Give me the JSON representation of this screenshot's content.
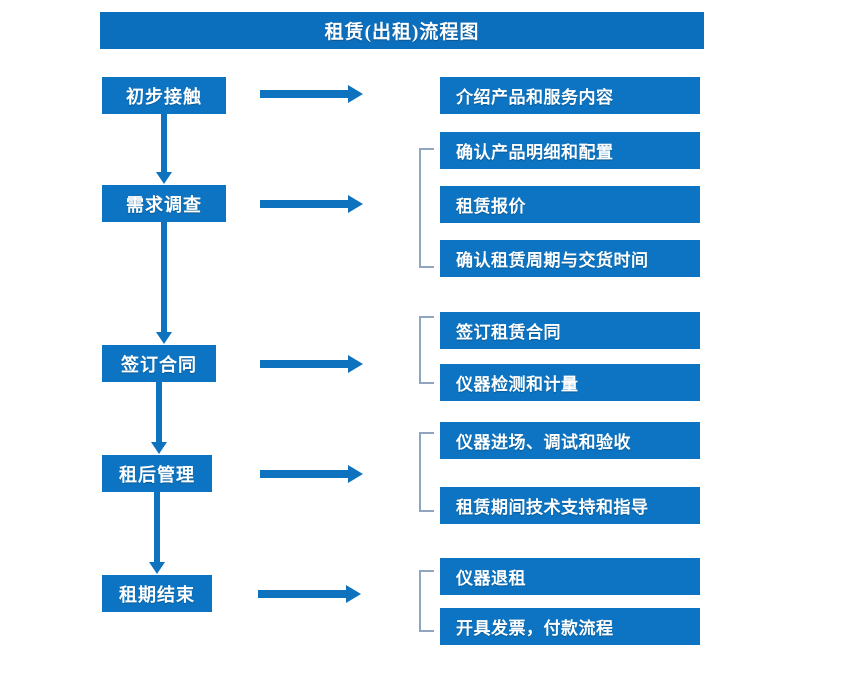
{
  "title": "租赁(出租)流程图",
  "colors": {
    "box_blue": "#0C74C2",
    "title_blue": "#0C6FBE",
    "arrow_blue": "#0E72BE",
    "bracket_gray": "#8FA6BE",
    "background": "#FFFFFF",
    "text": "#FFFFFF"
  },
  "stages": [
    {
      "label": "初步接触"
    },
    {
      "label": "需求调查"
    },
    {
      "label": "签订合同"
    },
    {
      "label": "租后管理"
    },
    {
      "label": "租期结束"
    }
  ],
  "details": {
    "group1": [
      {
        "label": "介绍产品和服务内容"
      }
    ],
    "group2": [
      {
        "label": "确认产品明细和配置"
      },
      {
        "label": "租赁报价"
      },
      {
        "label": "确认租赁周期与交货时间"
      }
    ],
    "group3": [
      {
        "label": "签订租赁合同"
      },
      {
        "label": "仪器检测和计量"
      }
    ],
    "group4": [
      {
        "label": "仪器进场、调试和验收"
      },
      {
        "label": "租赁期间技术支持和指导"
      }
    ],
    "group5": [
      {
        "label": "仪器退租"
      },
      {
        "label": "开具发票，付款流程"
      }
    ]
  },
  "icons": {
    "right_arrow": "right-arrow-icon",
    "down_arrow": "down-arrow-icon",
    "bracket": "bracket-connector-icon"
  }
}
